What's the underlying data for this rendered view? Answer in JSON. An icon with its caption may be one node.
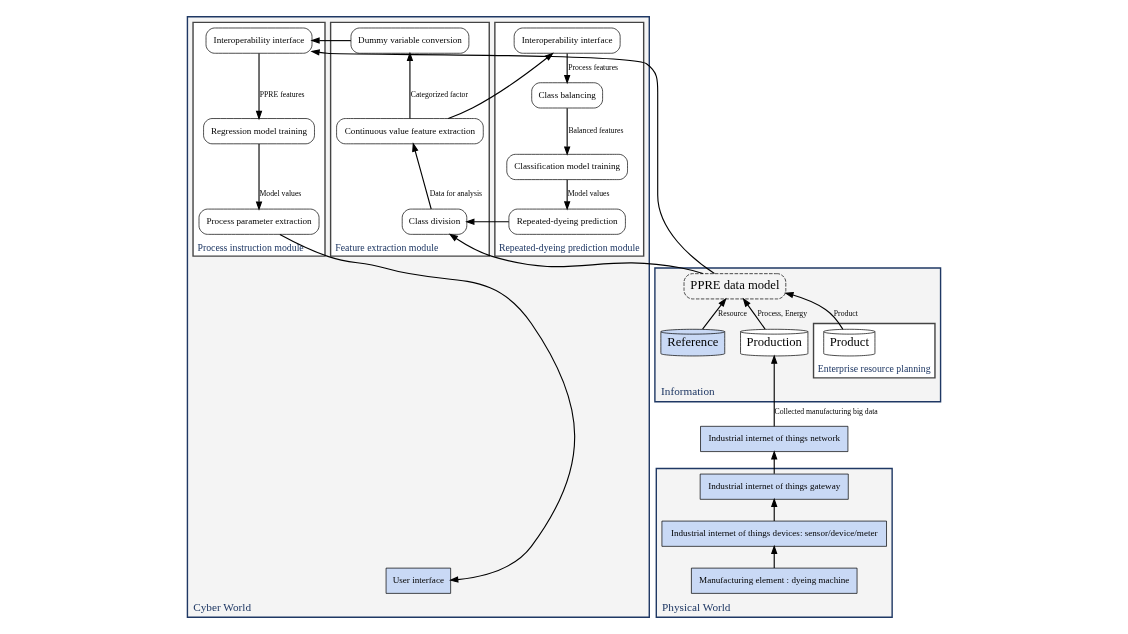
{
  "diagram": {
    "nodes": [
      {
        "text": [
          "Cyber World"
        ]
      },
      {
        "text": [
          "Repeated-dyeing prediction module"
        ],
        "in": 0
      },
      {
        "text": [
          "Interoperability interface"
        ],
        "in": 1
      },
      {
        "text": [
          "Class balancing"
        ],
        "in": 1
      },
      {
        "text": [
          "Classification model training"
        ],
        "in": 1
      },
      {
        "text": [
          "Repeated-dyeing prediction"
        ],
        "in": 1
      },
      {
        "text": [
          "Feature extraction module"
        ],
        "in": 0
      },
      {
        "text": [
          "Dummy variable conversion"
        ],
        "in": 6
      },
      {
        "text": [
          "Continuous value feature extraction"
        ],
        "in": 6
      },
      {
        "text": [
          "Class division"
        ],
        "in": 6
      },
      {
        "text": [
          "Process instruction module"
        ],
        "in": 0
      },
      {
        "text": [
          "Interoperability interface"
        ],
        "in": 10
      },
      {
        "text": [
          "Regression model training"
        ],
        "in": 10
      },
      {
        "text": [
          "Process parameter extraction"
        ],
        "in": 10
      },
      {
        "text": [
          "User interface"
        ],
        "in": 0
      },
      {
        "text": [
          "Information"
        ]
      },
      {
        "text": [
          "Enterprise resource planning"
        ],
        "in": 15
      },
      {
        "text": [
          "Product"
        ],
        "in": 16
      },
      {
        "text": [
          "PPRE data model"
        ],
        "in": 15
      },
      {
        "text": [
          "Production"
        ],
        "in": 15
      },
      {
        "text": [
          "Reference"
        ],
        "in": 15
      },
      {
        "text": [
          "Industrial internet of things network"
        ]
      },
      {
        "text": [
          "Physical World"
        ]
      },
      {
        "text": [
          "Industrial internet of things gateway"
        ],
        "in": 22
      },
      {
        "text": [
          "Industrial internet of things devices: sensor/device/meter"
        ],
        "in": 22
      },
      {
        "text": [
          "Manufacturing element : dyeing machine"
        ],
        "in": 22
      }
    ],
    "edges": [
      {
        "from": 2,
        "to": 3,
        "arrow": "to",
        "label": "Process features"
      },
      {
        "from": 3,
        "to": 4,
        "arrow": "to",
        "label": "Balanced features"
      },
      {
        "from": 4,
        "to": 5,
        "arrow": "to",
        "label": "Model values"
      },
      {
        "from": 9,
        "to": 8,
        "arrow": "to",
        "label": "Data for analysis"
      },
      {
        "from": 8,
        "to": 7,
        "arrow": "to",
        "label": "Categorized factor"
      },
      {
        "from": 8,
        "to": 2,
        "arrow": "to"
      },
      {
        "from": 7,
        "to": 11,
        "arrow": "to"
      },
      {
        "from": 11,
        "to": 12,
        "arrow": "to",
        "label": "PPRE features"
      },
      {
        "from": 12,
        "to": 13,
        "arrow": "to",
        "label": "Model values"
      },
      {
        "from": 13,
        "to": 14,
        "arrow": "to"
      },
      {
        "from": 18,
        "to": 9,
        "arrow": "to"
      },
      {
        "from": 18,
        "to": 11,
        "arrow": "to"
      },
      {
        "from": 5,
        "to": 9,
        "arrow": "to"
      },
      {
        "from": 17,
        "to": 18,
        "arrow": "to",
        "label": "Product"
      },
      {
        "from": 19,
        "to": 18,
        "arrow": "to",
        "label": "Process, Energy"
      },
      {
        "from": 20,
        "to": 18,
        "arrow": "to",
        "label": "Resource"
      },
      {
        "from": 21,
        "to": 19,
        "arrow": "to",
        "label": "Collected manufacturing big data"
      },
      {
        "from": 23,
        "to": 21,
        "arrow": "to"
      },
      {
        "from": 24,
        "to": 23,
        "arrow": "to"
      },
      {
        "from": 25,
        "to": 24,
        "arrow": "to"
      }
    ]
  }
}
